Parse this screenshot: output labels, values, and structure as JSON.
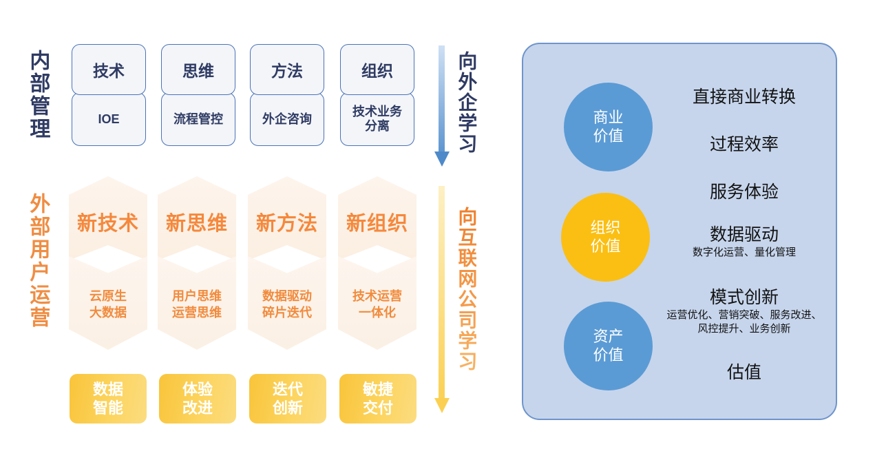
{
  "left_labels": {
    "internal": "内部管理",
    "external": "外部用户运营"
  },
  "top_cards": [
    {
      "head": "技术",
      "body": "IOE"
    },
    {
      "head": "思维",
      "body": "流程管控"
    },
    {
      "head": "方法",
      "body": "外企咨询"
    },
    {
      "head": "组织",
      "body": "技术业务\n分离"
    }
  ],
  "hexagons": [
    {
      "title": "新技术",
      "detail": "云原生\n大数据"
    },
    {
      "title": "新思维",
      "detail": "用户思维\n运营思维"
    },
    {
      "title": "新方法",
      "detail": "数据驱动\n碎片迭代"
    },
    {
      "title": "新组织",
      "detail": "技术运营\n一体化"
    }
  ],
  "pills": [
    "数据\n智能",
    "体验\n改进",
    "迭代\n创新",
    "敏捷\n交付"
  ],
  "arrows": [
    {
      "name": "blue",
      "label": "向外企学习",
      "color": "#4e8ac9"
    },
    {
      "name": "yellow",
      "label": "向互联网公司学习",
      "color": "#fbd052"
    }
  ],
  "right_panel": {
    "circles": [
      {
        "label": "商业\n价值",
        "color": "#5b9bd5"
      },
      {
        "label": "组织\n价值",
        "color": "#fbbf13"
      },
      {
        "label": "资产\n价值",
        "color": "#5b9bd5"
      }
    ],
    "items": [
      {
        "main": "直接商业转换",
        "sub": ""
      },
      {
        "main": "过程效率",
        "sub": ""
      },
      {
        "main": "服务体验",
        "sub": ""
      },
      {
        "main": "数据驱动",
        "sub": "数字化运营、量化管理"
      },
      {
        "main": "模式创新",
        "sub": "运营优化、营销突破、服务改进、\n风控提升、业务创新"
      },
      {
        "main": "估值",
        "sub": ""
      }
    ]
  },
  "colors": {
    "navy": "#2f3b63",
    "orange": "#f5883c",
    "blue_accent": "#5b9bd5",
    "yellow_accent": "#fbbf13",
    "panel_bg": "#c6d5ec",
    "panel_border": "#6f94cb",
    "card_border": "#4a72b8",
    "card_bg": "#f3f5f9",
    "hex_bg": "#fdf3ea"
  }
}
